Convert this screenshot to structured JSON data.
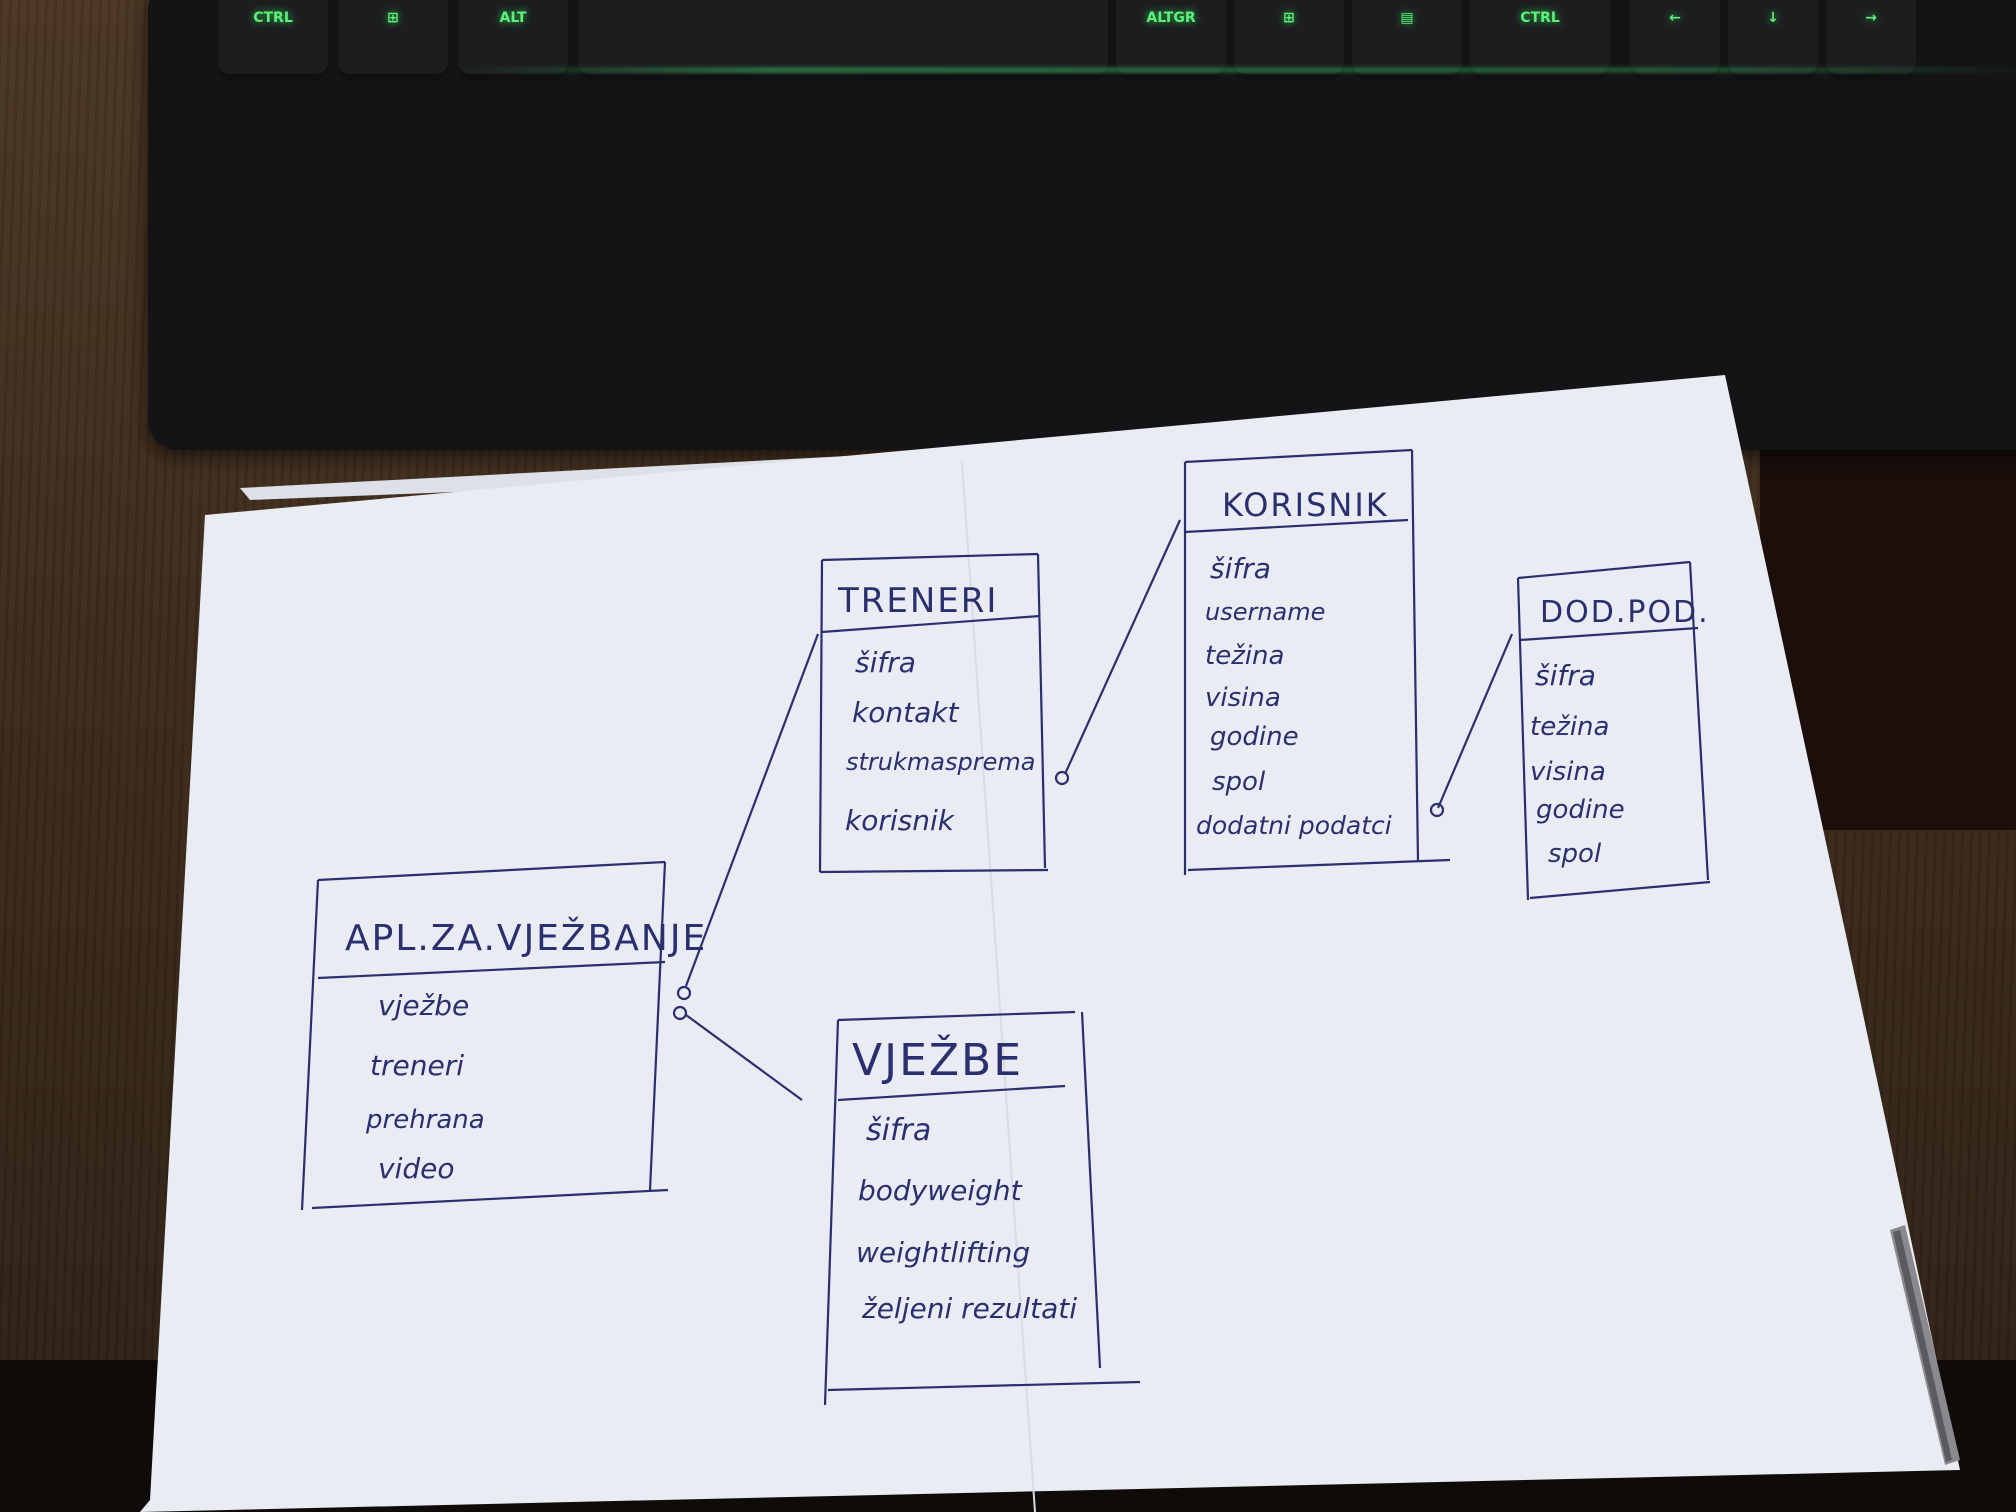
{
  "keyboard": {
    "keys": [
      "CTRL",
      "⊞",
      "ALT",
      "",
      "ALTGR",
      "⊞",
      "▤",
      "CTRL",
      "←",
      "↓",
      "→"
    ]
  },
  "entities": [
    {
      "id": "treneri",
      "title": "TRENERI",
      "attributes": [
        "šifra",
        "kontakt",
        "strukmasprema",
        "korisnik"
      ]
    },
    {
      "id": "korisnik",
      "title": "KORISNIK",
      "attributes": [
        "šifra",
        "username",
        "težina",
        "visina",
        "godine",
        "spol",
        "dodatni podatci"
      ]
    },
    {
      "id": "dodpod",
      "title": "DOD.POD.",
      "attributes": [
        "šifra",
        "težina",
        "visina",
        "godine",
        "spol"
      ]
    },
    {
      "id": "apl",
      "title": "APL.ZA.VJEŽBANJE",
      "attributes": [
        "vježbe",
        "treneri",
        "prehrana",
        "video"
      ]
    },
    {
      "id": "vjezbe",
      "title": "VJEŽBE",
      "attributes": [
        "šifra",
        "bodyweight",
        "weightlifting",
        "željeni rezultati"
      ]
    }
  ],
  "relations": [
    {
      "from": "apl",
      "to": "treneri"
    },
    {
      "from": "apl",
      "to": "vjezbe"
    },
    {
      "from": "treneri",
      "to": "korisnik"
    },
    {
      "from": "korisnik",
      "to": "dodpod"
    }
  ],
  "colors": {
    "ink": "#2b2f6e",
    "paper": "#eef0f6"
  }
}
